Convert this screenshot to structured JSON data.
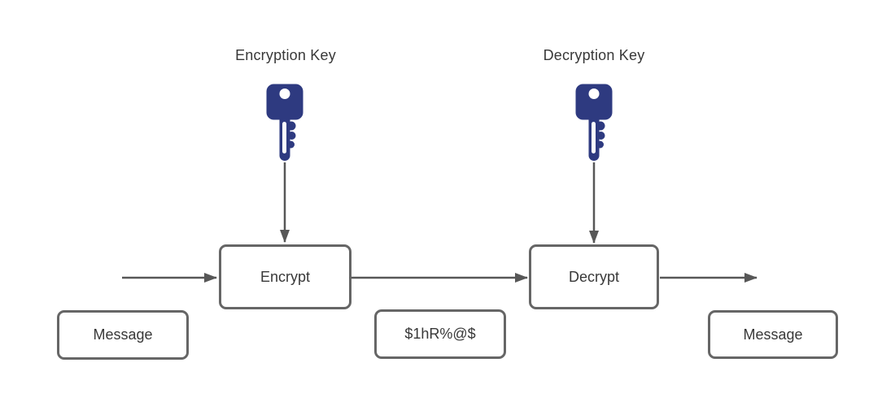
{
  "diagram": {
    "type": "encryption-flow",
    "labels": {
      "encryption_key": "Encryption Key",
      "decryption_key": "Decryption Key"
    },
    "process_boxes": {
      "encrypt": "Encrypt",
      "decrypt": "Decrypt"
    },
    "data_boxes": {
      "plaintext_left": "Message",
      "ciphertext": "$1hR%@$",
      "plaintext_right": "Message"
    },
    "icons": {
      "encryption_key_icon": "key-icon",
      "decryption_key_icon": "key-icon"
    },
    "arrows": [
      "plaintext-to-encrypt",
      "encryption-key-to-encrypt",
      "encrypt-to-decrypt",
      "decryption-key-to-decrypt",
      "decrypt-to-plaintext"
    ]
  },
  "colors": {
    "key_fill": "#2e3a80",
    "arrow": "#575757",
    "box_border": "#666666",
    "text": "#383838",
    "background": "#ffffff"
  }
}
